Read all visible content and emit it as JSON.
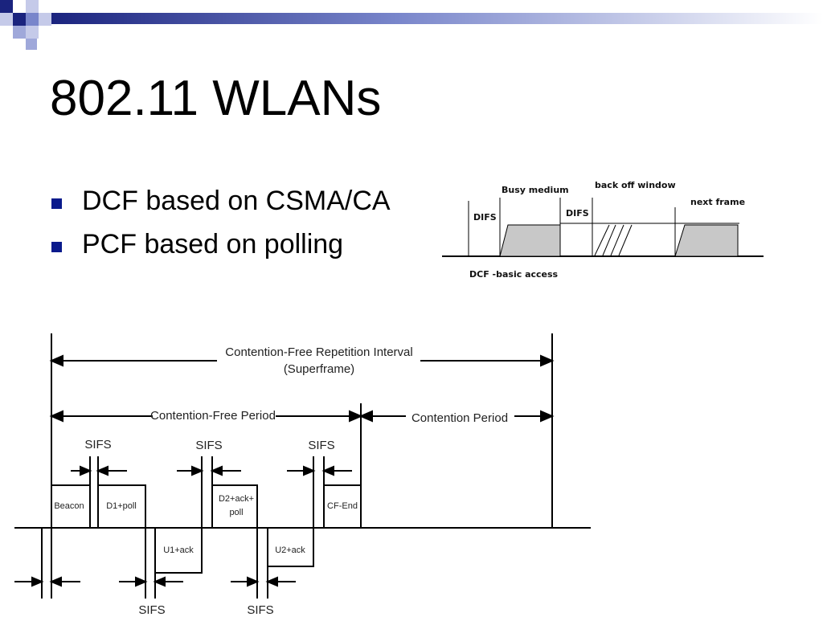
{
  "slide": {
    "title": "802.11 WLANs",
    "bullets": [
      "DCF  based on CSMA/CA",
      "PCF  based on polling"
    ]
  },
  "colors": {
    "bullet": "#0a1a8c",
    "header_dark": "#1a237e",
    "header_light": "#9fa8da",
    "medium_fill": "#c8c8c8"
  },
  "dcf_diagram": {
    "busy_medium": "Busy medium",
    "back_off_window": "back off window",
    "next_frame": "next frame",
    "difs_1": "DIFS",
    "difs_2": "DIFS",
    "caption": "DCF -basic access"
  },
  "pcf_diagram": {
    "superframe_line1": "Contention-Free Repetition Interval",
    "superframe_line2": "(Superframe)",
    "cfp": "Contention-Free Period",
    "cp": "Contention Period",
    "sifs_1": "SIFS",
    "sifs_2": "SIFS",
    "sifs_3": "SIFS",
    "sifs_4": "SIFS",
    "sifs_5": "SIFS",
    "beacon": "Beacon",
    "d1": "D1+poll",
    "d2_line1": "D2+ack+",
    "d2_line2": "poll",
    "cf_end": "CF-End",
    "u1": "U1+ack",
    "u2": "U2+ack"
  }
}
